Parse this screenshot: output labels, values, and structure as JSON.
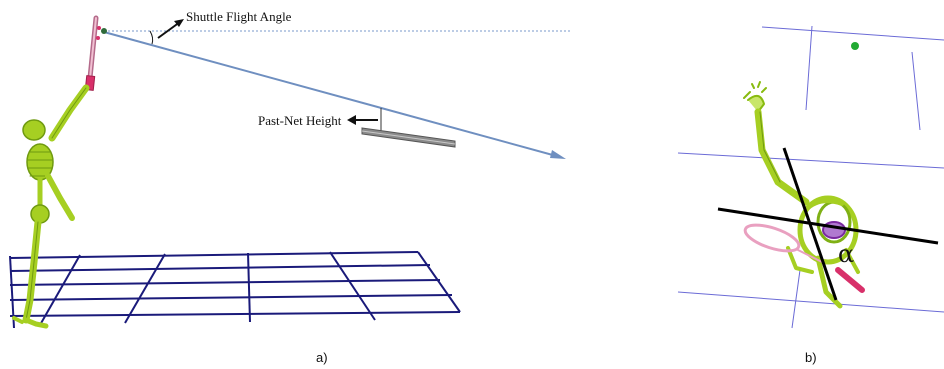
{
  "panel_a": {
    "label_flight_angle": "Shuttle Flight Angle",
    "label_past_net": "Past-Net Height",
    "caption": "a)"
  },
  "panel_b": {
    "angle_symbol": "α",
    "caption": "b)"
  },
  "colors": {
    "skeleton": "#a6cf22",
    "skeleton_outline": "#6f9a10",
    "grid": "#1a1a7a",
    "trajectory": "#6f8fc0",
    "racket": "#d8306a",
    "axis_lines_b": "#6b6bd6"
  }
}
